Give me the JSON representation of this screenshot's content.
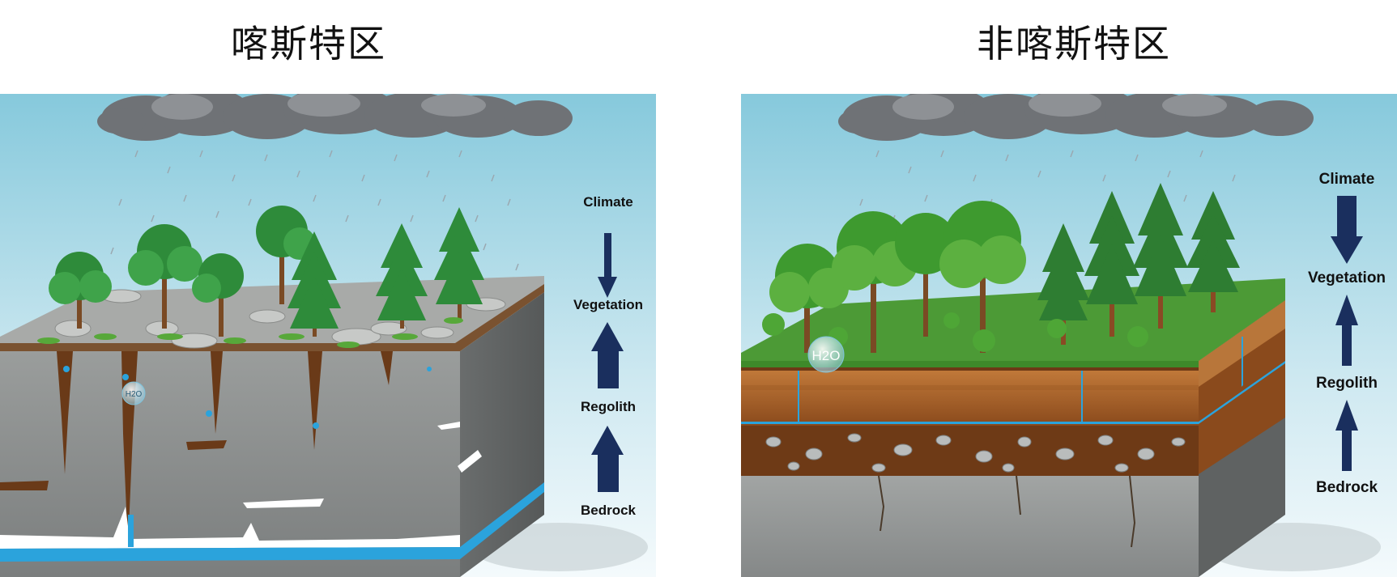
{
  "left": {
    "title": "喀斯特区",
    "labels": {
      "climate": "Climate",
      "vegetation": "Vegetation",
      "regolith": "Regolith",
      "bedrock": "Bedrock"
    },
    "water_label": "H2O"
  },
  "right": {
    "title": "非喀斯特区",
    "labels": {
      "climate": "Climate",
      "vegetation": "Vegetation",
      "regolith": "Regolith",
      "bedrock": "Bedrock"
    },
    "water_label": "H2O"
  },
  "colors": {
    "sky_top": "#8fcfe0",
    "sky_bottom": "#e6f4f8",
    "cloud": "#6f7276",
    "bedrock": "#8c8f8f",
    "water": "#2ba3dc",
    "arrow": "#1a2f5e",
    "grass": "#3f8a2e",
    "soil": "#8a4a1c"
  }
}
